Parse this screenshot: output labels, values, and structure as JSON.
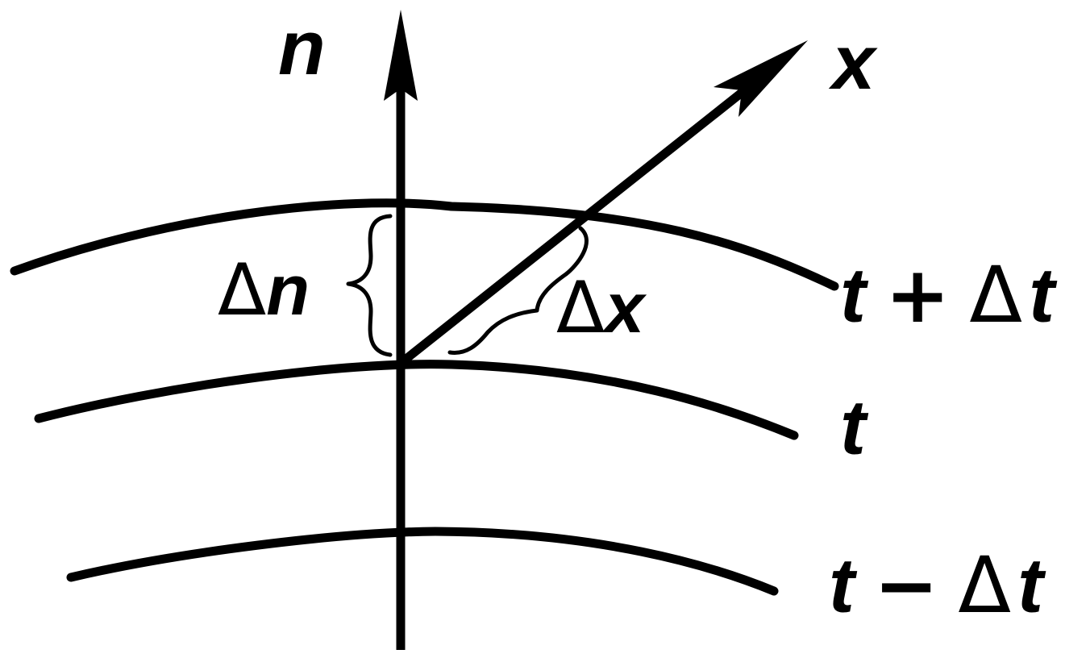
{
  "axes": {
    "n_label": "n",
    "x_label": "x"
  },
  "isochrones": [
    {
      "time_label": "t",
      "op": "+",
      "delta": "Δ",
      "delta_var": "t"
    },
    {
      "time_label": "t",
      "op": "",
      "delta": "",
      "delta_var": ""
    },
    {
      "time_label": "t",
      "op": "−",
      "delta": "Δ",
      "delta_var": "t"
    }
  ],
  "intervals": {
    "delta_n": {
      "delta": "Δ",
      "var": "n"
    },
    "delta_x": {
      "delta": "Δ",
      "var": "x"
    }
  },
  "colors": {
    "ink": "#000000",
    "background": "#ffffff"
  }
}
